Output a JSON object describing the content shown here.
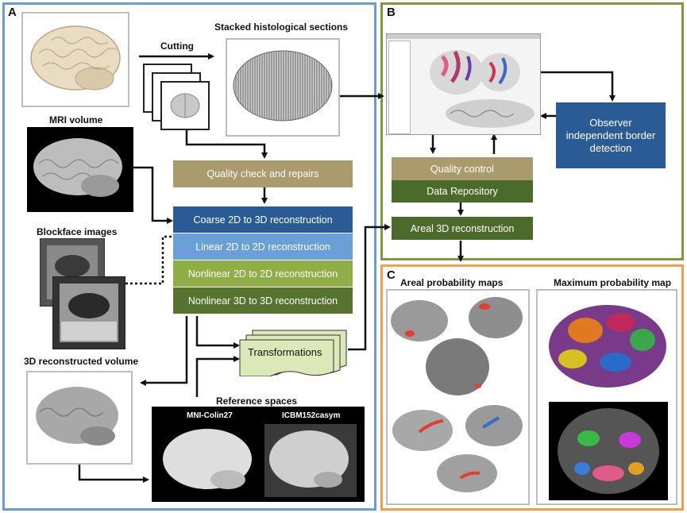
{
  "panels": {
    "a_letter": "A",
    "b_letter": "B",
    "c_letter": "C"
  },
  "panel_a": {
    "cutting_label": "Cutting",
    "stacked_label": "Stacked histological sections",
    "mri_label": "MRI volume",
    "blockface_label": "Blockface images",
    "reconstructed_label": "3D reconstructed volume",
    "reference_label": "Reference spaces",
    "ref_space_1": "MNI-Colin27",
    "ref_space_2": "ICBM152casym",
    "quality_check": "Quality check and repairs",
    "coarse": "Coarse 2D to 3D reconstruction",
    "linear": "Linear 2D to 2D reconstruction",
    "nonlinear_2d": "Nonlinear 2D to 2D reconstruction",
    "nonlinear_3d": "Nonlinear 3D to 3D reconstruction",
    "transformations": "Transformations"
  },
  "panel_b": {
    "observer_line1": "Observer",
    "observer_line2": "independent border",
    "observer_line3": "detection",
    "quality_control": "Quality control",
    "data_repository": "Data Repository",
    "areal_3d": "Areal 3D reconstruction"
  },
  "panel_c": {
    "areal_maps": "Areal probability maps",
    "max_map": "Maximum probability map"
  },
  "colors": {
    "panel_a_border": "#6a9bd2",
    "panel_b_border": "#7f9a3a",
    "panel_c_border": "#f0a04b",
    "khaki": "#a99b6c",
    "dark_green": "#4b6b2a",
    "dark_blue": "#2b5b94",
    "light_blue": "#6aa0d8",
    "light_green": "#8fae45",
    "olive_green": "#56732f",
    "transform_fill": "#dbe8b8"
  }
}
